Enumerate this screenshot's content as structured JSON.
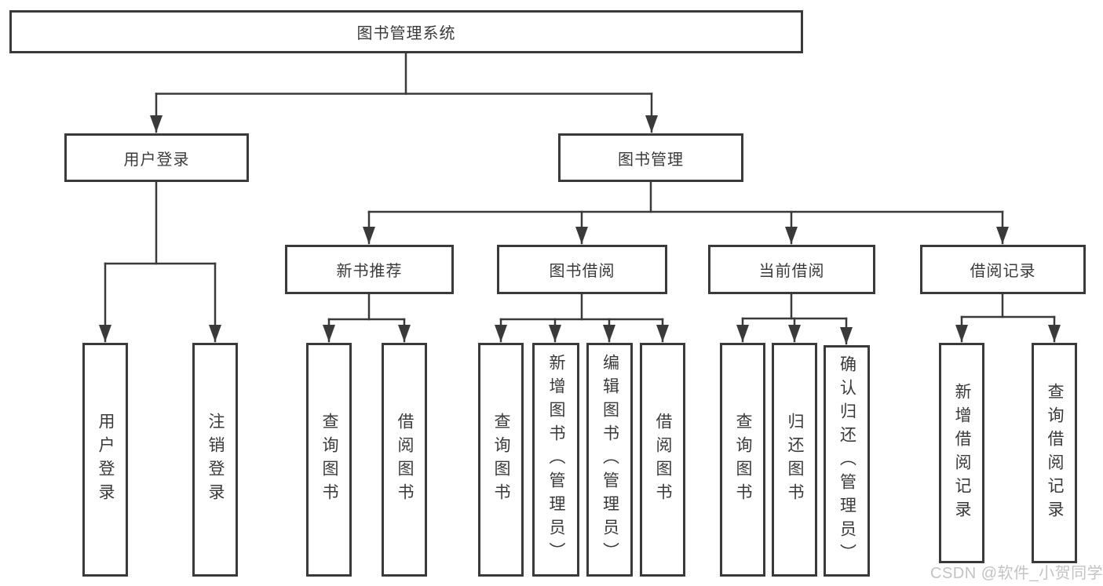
{
  "diagram": {
    "type": "tree",
    "root_label": "图书管理系统",
    "level2": {
      "user_login": "用户登录",
      "book_management": "图书管理"
    },
    "level3": {
      "new_book_recommend": "新书推荐",
      "book_borrowing": "图书借阅",
      "current_borrowing": "当前借阅",
      "borrowing_records": "借阅记录"
    },
    "leaves": {
      "user_login": [
        "用户登录",
        "注销登录"
      ],
      "new_book_recommend": [
        "查询图书",
        "借阅图书"
      ],
      "book_borrowing": [
        "查询图书",
        "新增图书（管理员）",
        "编辑图书（管理员）",
        "借阅图书"
      ],
      "current_borrowing": [
        "查询图书",
        "归还图书",
        "确认归还（管理员）"
      ],
      "borrowing_records": [
        "新增借阅记录",
        "查询借阅记录"
      ]
    }
  },
  "watermark": "CSDN @软件_小贺同学",
  "colors": {
    "line": "#3a3a3a",
    "box_border": "#3a3a3a",
    "text": "#3a3a3a",
    "watermark": "#c3c3c3",
    "background": "#ffffff"
  }
}
